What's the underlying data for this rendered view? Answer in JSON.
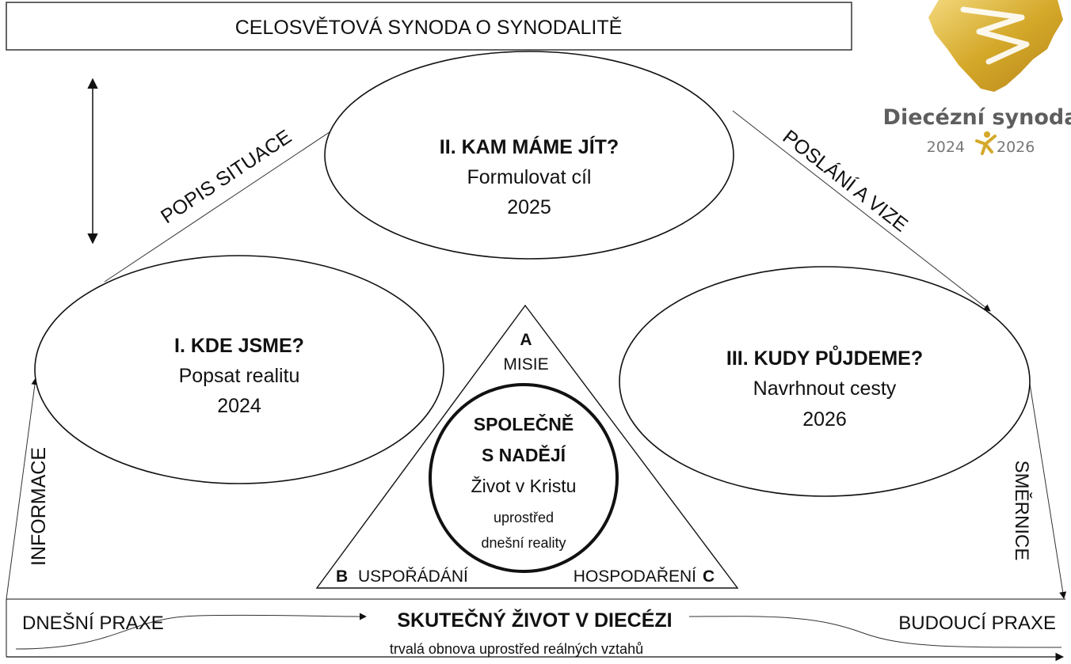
{
  "header": {
    "title": "CELOSVĚTOVÁ SYNODA O SYNODALITĚ"
  },
  "logo": {
    "title": "Diecézní synoda",
    "year_start": "2024",
    "year_end": "2026",
    "accent": "#d4a829"
  },
  "stages": {
    "one": {
      "heading": "I. KDE JSME?",
      "subtitle": "Popsat realitu",
      "year": "2024"
    },
    "two": {
      "heading": "II. KAM MÁME JÍT?",
      "subtitle": "Formulovat cíl",
      "year": "2025"
    },
    "three": {
      "heading": "III. KUDY PŮJDEME?",
      "subtitle": "Navrhnout cesty",
      "year": "2026"
    }
  },
  "arrows": {
    "popis": "POPIS SITUACE",
    "poslani": "POSLÁNÍ A VIZE",
    "informace": "INFORMACE",
    "smernice": "SMĚRNICE"
  },
  "triangle": {
    "a_letter": "A",
    "a_label": "MISIE",
    "b_letter": "B",
    "b_label": "USPOŘÁDÁNÍ",
    "c_letter": "C",
    "c_label": "HOSPODAŘENÍ"
  },
  "center": {
    "line1": "SPOLEČNĚ",
    "line2": "S NADĚJÍ",
    "line3": "Život v Kristu",
    "line4": "uprostřed",
    "line5": "dnešní reality"
  },
  "bottom": {
    "left": "DNEŠNÍ PRAXE",
    "title": "SKUTEČNÝ ŽIVOT V DIECÉZI",
    "subtitle": "trvalá obnova uprostřed reálných vztahů",
    "right": "BUDOUCÍ PRAXE"
  }
}
